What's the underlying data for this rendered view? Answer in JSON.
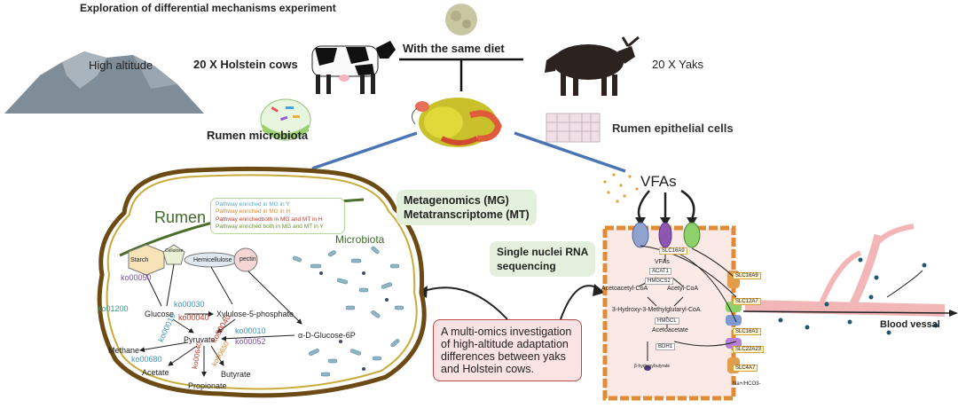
{
  "header": {
    "title": "Exploration of differential mechanisms experiment",
    "high_altitude": "High altitude",
    "holstein": "20 X Holstein cows",
    "diet_prefix": "With the same",
    "diet_word": "diet",
    "yaks": "20 X Yaks",
    "rumen_microbiota": "Rumen microbiota",
    "rumen_epithelial": "Rumen epithelial cells"
  },
  "methods": {
    "mg": "Metagenomics (MG)",
    "mt": "Metatranscriptome (MT)",
    "snrna_line1": "Single nuclei RNA",
    "snrna_line2": "sequencing"
  },
  "rumen": {
    "rumen_label": "Rumen",
    "microbiota_label": "Microbiota",
    "legend": [
      {
        "text": "Pathway enriched in MG in Y",
        "color": "#5aa7c7"
      },
      {
        "text": "Pathway enriched in MG in H",
        "color": "#d9882b"
      },
      {
        "text": "Pathway enrichedboth in MG and MT in H",
        "color": "#c0392b"
      },
      {
        "text": "Pathway enriched both in MG and MT in Y",
        "color": "#6b8f3a"
      }
    ],
    "substrates": {
      "starch": "Starch",
      "cellulose": "Cellulose",
      "hemicellulose": "Hemicellulose",
      "pectin": "pectin"
    },
    "nodes": {
      "glucose": "Glucose",
      "xylulose": "Xylulose-5-phosphate",
      "pyruvate": "Pyruvate",
      "glucose6p": "α-D-Glucose-6P",
      "methane": "Methane",
      "acetate": "Acetate",
      "propionate": "Propionate",
      "butyrate": "Butyrate"
    },
    "kos": {
      "ko00050": "ko00050",
      "ko00030": "ko00030",
      "ko00040a": "ko00040",
      "ko01200": "ko01200",
      "ko00010a": "ko00010",
      "ko00040b": "ko00040",
      "ko00010b": "ko00010",
      "ko00052": "ko00052",
      "ko00680": "ko00680",
      "ko00640": "ko00640",
      "ko00650": "ko00650"
    }
  },
  "summary": "A multi-omics investigation of high-altitude adaptation differences between yaks and Holstein cows.",
  "cell": {
    "vfas_big": "VFAs",
    "vfas_small": "VFAs",
    "acat1": "ACAT1",
    "hmgcs2": "HMGCS2",
    "acetoacetyl": "Acetoacetyl-CoA",
    "acetyl": "Acetyl-CoA",
    "hmg": "3-Hydroxy-3-Methylglutaryl-CoA",
    "hmgcl": "HMGCL",
    "acetoacetate": "Acetoacetate",
    "bdh1": "BDH1",
    "bhb": "β-hydroxybutyrate",
    "transporters": {
      "slc16a9_top": "SLC16A9",
      "slc16a9": "SLC16A9",
      "slc12a7": "SLC12A7",
      "slc16a1": "SLC16A1",
      "slc22a23": "SLC22A23",
      "slc4a7": "SLC4A7"
    },
    "ions": "Na+/HCO3-",
    "blood_vessel": "Blood vessal"
  }
}
